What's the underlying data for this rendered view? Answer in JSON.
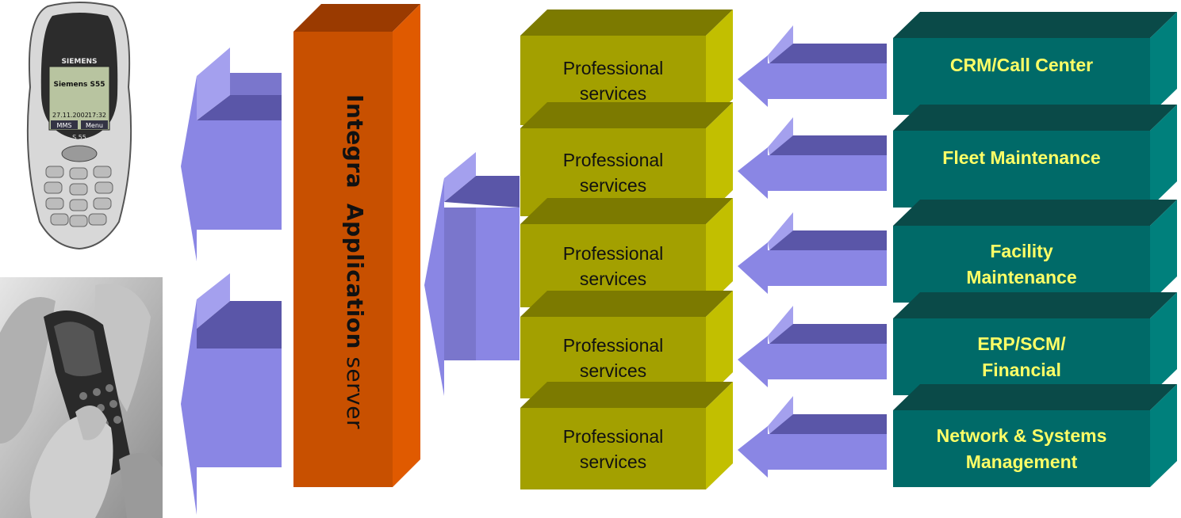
{
  "server": {
    "word1": "Integra",
    "word2": "Application",
    "word3": "server",
    "color_front": "#c85000",
    "color_top": "#9a3a00",
    "color_side": "#e05a00"
  },
  "professional_services": [
    {
      "line1": "Professional",
      "line2": "services"
    },
    {
      "line1": "Professional",
      "line2": "services"
    },
    {
      "line1": "Professional",
      "line2": "services"
    },
    {
      "line1": "Professional",
      "line2": "services"
    },
    {
      "line1": "Professional",
      "line2": "services"
    }
  ],
  "systems": [
    {
      "line1": "CRM/Call Center",
      "line2": ""
    },
    {
      "line1": "Fleet Maintenance",
      "line2": ""
    },
    {
      "line1": "Facility",
      "line2": "Maintenance"
    },
    {
      "line1": "ERP/SCM/",
      "line2": "Financial"
    },
    {
      "line1": "Network & Systems",
      "line2": "Management"
    }
  ],
  "colors": {
    "prof_front": "#a3a000",
    "prof_top": "#7c7a00",
    "prof_side": "#c2bf00",
    "sys_front": "#006a68",
    "sys_top": "#0a4a48",
    "sys_side": "#00807c",
    "arrow_light": "#8a86e4",
    "arrow_mid": "#7a76cc",
    "arrow_dark": "#5a56a8",
    "sys_text": "#ffff66"
  },
  "images": {
    "phone_brand": "SIEMENS",
    "phone_model": "Siemens S55",
    "phone_date": "27.11.2002",
    "phone_time": "17:32",
    "phone_soft_left": "MMS",
    "phone_soft_right": "Menu",
    "phone_bottom_label": "S 55"
  }
}
